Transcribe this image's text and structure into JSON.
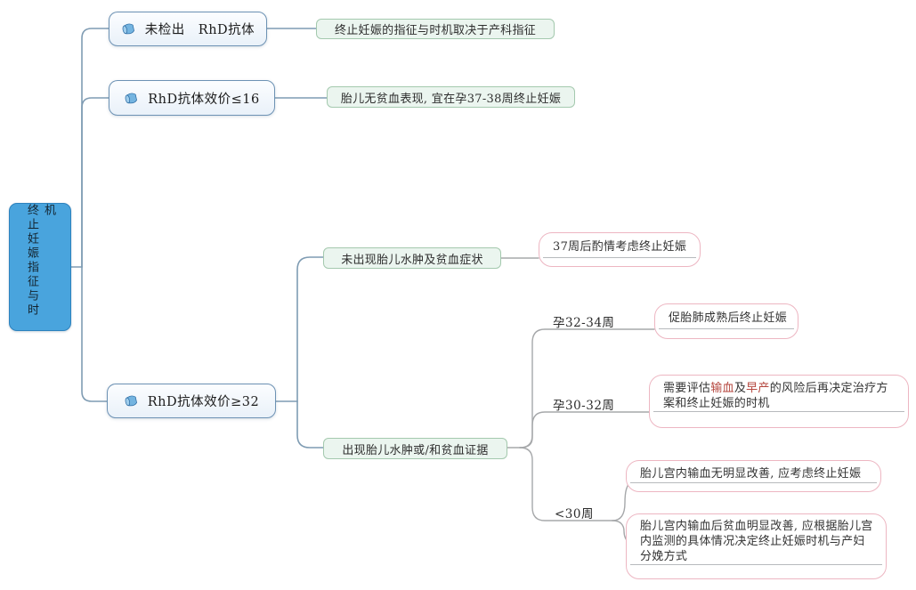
{
  "diagram": {
    "root": {
      "label": "终止妊娠指征与时机"
    },
    "branch1": {
      "icon": "megaphone-icon",
      "label": "未检出　RhD抗体",
      "result": "终止妊娠的指征与时机取决于产科指征"
    },
    "branch2": {
      "icon": "megaphone-icon",
      "label": "RhD抗体效价≤16",
      "result": "胎儿无贫血表现, 宜在孕37-38周终止妊娠"
    },
    "branch3": {
      "icon": "megaphone-icon",
      "label": "RhD抗体效价≥32",
      "no_symptoms": {
        "label": "未出现胎儿水肿及贫血症状",
        "result": "37周后酌情考虑终止妊娠"
      },
      "with_symptoms": {
        "label": "出现胎儿水肿或/和贫血证据",
        "week_32_34": {
          "label": "孕32-34周",
          "action": "促胎肺成熟后终止妊娠"
        },
        "week_30_32": {
          "label": "孕30-32周",
          "action": {
            "pre": "需要评估",
            "risk1": "输血",
            "conj": "及",
            "risk2": "早产",
            "post": "的风险后再决定治疗方案和终止妊娠的时机"
          }
        },
        "week_lt_30": {
          "label": "<30周",
          "action1": "胎儿宫内输血无明显改善, 应考虑终止妊娠",
          "action2": "胎儿宫内输血后贫血明显改善, 应根据胎儿宫内监测的具体情况决定终止妊娠时机与产妇分娩方式"
        }
      }
    },
    "colors": {
      "root_fill": "#49a4dd",
      "root_border": "#2e82bd",
      "branch_border": "#6d92b4",
      "green_fill": "#ebf5ef",
      "green_border": "#a4c9ae",
      "pink_border": "#edb6c2",
      "red_text": "#b5473f",
      "connector_left": "#7f9cb3",
      "connector_right": "#a6a8aa"
    }
  }
}
